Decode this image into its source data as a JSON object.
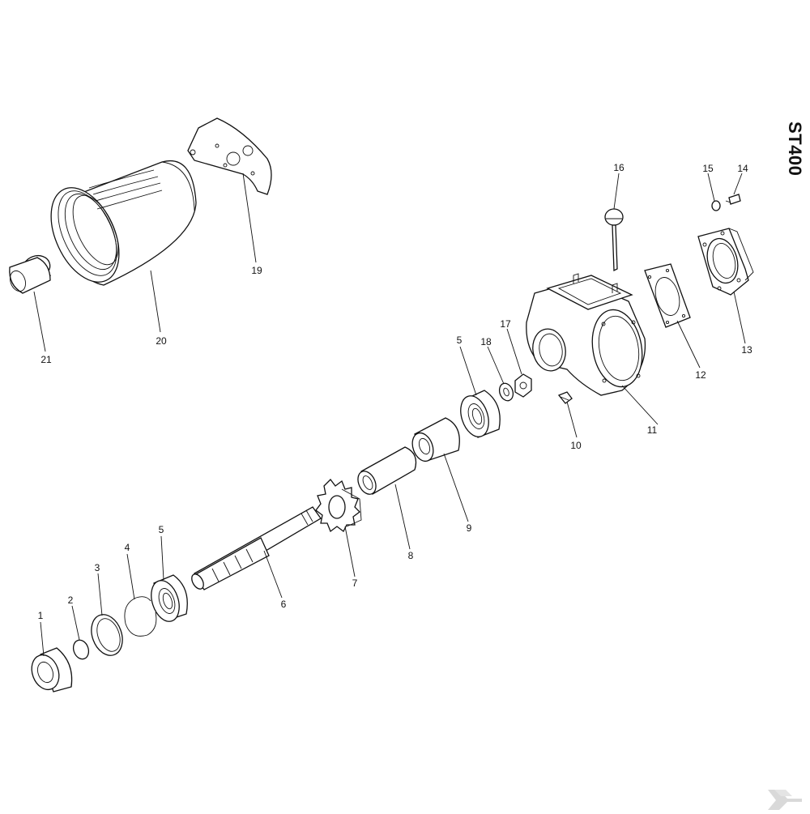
{
  "diagram": {
    "model_code": "ST400",
    "parts": [
      {
        "id": "p1",
        "label": "1"
      },
      {
        "id": "p2",
        "label": "2"
      },
      {
        "id": "p3",
        "label": "3"
      },
      {
        "id": "p4",
        "label": "4"
      },
      {
        "id": "p5a",
        "label": "5"
      },
      {
        "id": "p6",
        "label": "6"
      },
      {
        "id": "p7",
        "label": "7"
      },
      {
        "id": "p8",
        "label": "8"
      },
      {
        "id": "p9",
        "label": "9"
      },
      {
        "id": "p5b",
        "label": "5"
      },
      {
        "id": "p10",
        "label": "10"
      },
      {
        "id": "p11",
        "label": "11"
      },
      {
        "id": "p12",
        "label": "12"
      },
      {
        "id": "p13",
        "label": "13"
      },
      {
        "id": "p14",
        "label": "14"
      },
      {
        "id": "p15",
        "label": "15"
      },
      {
        "id": "p16",
        "label": "16"
      },
      {
        "id": "p17",
        "label": "17"
      },
      {
        "id": "p18",
        "label": "18"
      },
      {
        "id": "p19",
        "label": "19"
      },
      {
        "id": "p20",
        "label": "20"
      },
      {
        "id": "p21",
        "label": "21"
      }
    ]
  }
}
